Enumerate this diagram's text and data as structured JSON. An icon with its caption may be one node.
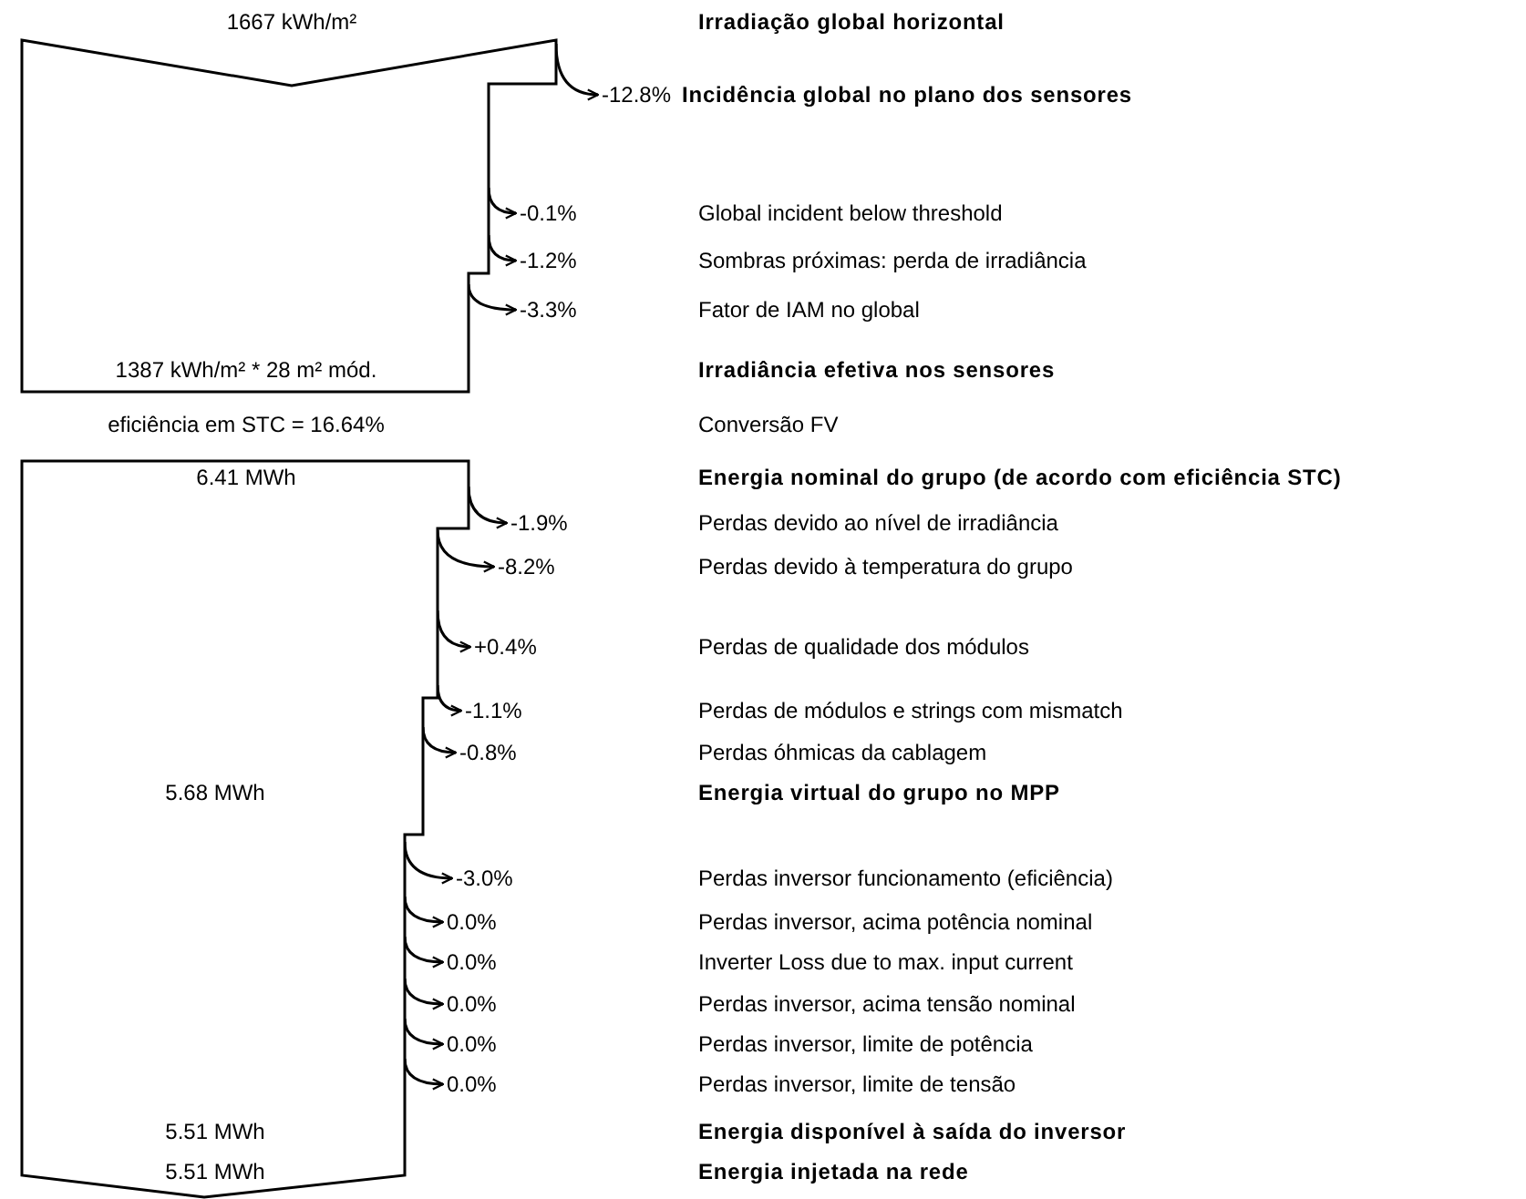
{
  "diagram": {
    "nodes": [
      {
        "text": [
          "1667 kWh/m²",
          "1387 kWh/m² * 28 m² mód."
        ]
      },
      {
        "text": [
          "-12.8%"
        ]
      },
      {
        "text": [
          "-0.1%"
        ]
      },
      {
        "text": [
          "-1.2%"
        ]
      },
      {
        "text": [
          "-3.3%"
        ]
      },
      {
        "text": [
          "6.41 MWh",
          "5.68 MWh",
          "5.51 MWh",
          "5.51 MWh"
        ]
      },
      {
        "text": [
          "-1.9%"
        ]
      },
      {
        "text": [
          "-8.2%"
        ]
      },
      {
        "text": [
          "+0.4%"
        ]
      },
      {
        "text": [
          "-1.1%"
        ]
      },
      {
        "text": [
          "-0.8%"
        ]
      },
      {
        "text": [
          "-3.0%"
        ]
      },
      {
        "text": [
          "0.0%"
        ]
      },
      {
        "text": [
          "0.0%"
        ]
      },
      {
        "text": [
          "0.0%"
        ]
      },
      {
        "text": [
          "0.0%"
        ]
      },
      {
        "text": [
          "0.0%"
        ]
      }
    ],
    "edges": [
      {
        "from": 0,
        "to": 1,
        "arrow": "to"
      },
      {
        "from": 0,
        "to": 2,
        "arrow": "to"
      },
      {
        "from": 0,
        "to": 3,
        "arrow": "to"
      },
      {
        "from": 0,
        "to": 4,
        "arrow": "to"
      },
      {
        "from": 5,
        "to": 6,
        "arrow": "to"
      },
      {
        "from": 5,
        "to": 7,
        "arrow": "to"
      },
      {
        "from": 5,
        "to": 8,
        "arrow": "to"
      },
      {
        "from": 5,
        "to": 9,
        "arrow": "to"
      },
      {
        "from": 5,
        "to": 10,
        "arrow": "to"
      },
      {
        "from": 5,
        "to": 11,
        "arrow": "to"
      },
      {
        "from": 5,
        "to": 12,
        "arrow": "to"
      },
      {
        "from": 5,
        "to": 13,
        "arrow": "to"
      },
      {
        "from": 5,
        "to": 14,
        "arrow": "to"
      },
      {
        "from": 5,
        "to": 15,
        "arrow": "to"
      },
      {
        "from": 5,
        "to": 16,
        "arrow": "to"
      }
    ],
    "labels": [
      "Irradiação global horizontal",
      "Incidência global no plano dos sensores",
      "Global incident below threshold",
      "Sombras próximas: perda de irradiância",
      "Fator de IAM no global",
      "Irradiância efetiva nos sensores",
      "eficiência em STC = 16.64%",
      "Conversão FV",
      "Energia nominal do grupo (de acordo com eficiência STC)",
      "Perdas devido ao nível de irradiância",
      "Perdas devido à temperatura do grupo",
      "Perdas de qualidade dos módulos",
      "Perdas de módulos e strings com mismatch",
      "Perdas óhmicas da cablagem",
      "Energia virtual do grupo no MPP",
      "Perdas inversor funcionamento (eficiência)",
      "Perdas inversor, acima potência nominal",
      "Inverter Loss due to max. input current",
      "Perdas inversor, acima tensão nominal",
      "Perdas inversor, limite de potência",
      "Perdas inversor, limite de tensão",
      "Energia disponível à saída do inversor",
      "Energia injetada na rede"
    ]
  }
}
